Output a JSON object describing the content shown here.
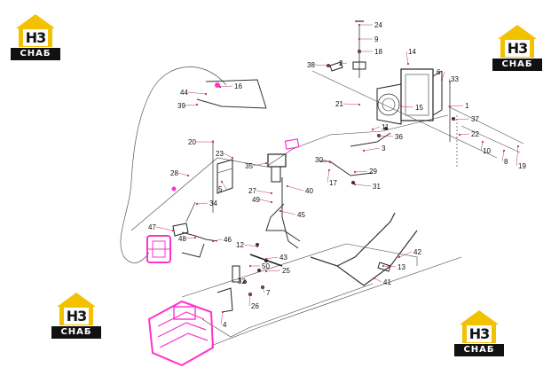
{
  "brand": {
    "logo_top": "H3",
    "logo_bottom": "CHAБ",
    "accent": "#f2c200",
    "part_highlight": "#ff33cc"
  },
  "callouts": [
    "24",
    "9",
    "18",
    "14",
    "38",
    "2",
    "6",
    "33",
    "16",
    "44",
    "39",
    "21",
    "15",
    "1",
    "37",
    "11",
    "36",
    "22",
    "20",
    "23",
    "3",
    "30",
    "10",
    "8",
    "19",
    "35",
    "28",
    "29",
    "17",
    "31",
    "5",
    "27",
    "49",
    "40",
    "34",
    "45",
    "47",
    "48",
    "46",
    "12",
    "42",
    "43",
    "50",
    "25",
    "13",
    "32",
    "7",
    "41",
    "26",
    "4"
  ]
}
